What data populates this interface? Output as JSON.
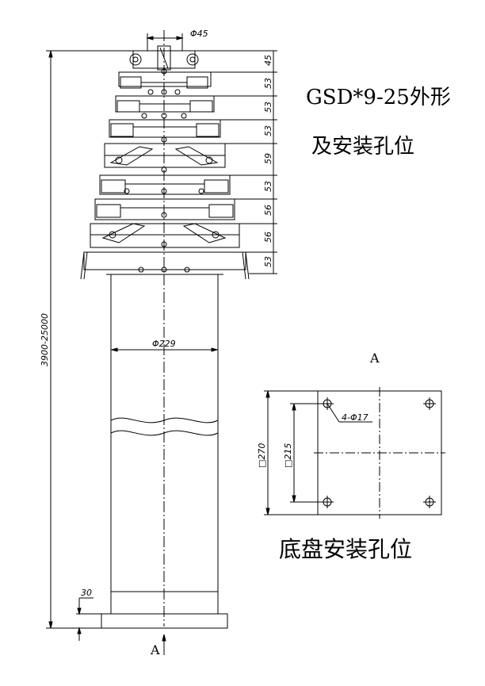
{
  "title": {
    "line1": "GSD*9-25外形",
    "line2": "及安装孔位"
  },
  "base_caption": "底盘安装孔位",
  "section_marker": "A",
  "dimensions": {
    "top_diameter": "Φ45",
    "tube_diameter": "Φ229",
    "overall_height": "3900-25000",
    "base_thickness": "30",
    "segment_heights": [
      "45",
      "53",
      "53",
      "53",
      "59",
      "53",
      "56",
      "56",
      "53"
    ],
    "outer_square": "□270",
    "hole_square": "□215",
    "holes": "4-Φ17"
  }
}
